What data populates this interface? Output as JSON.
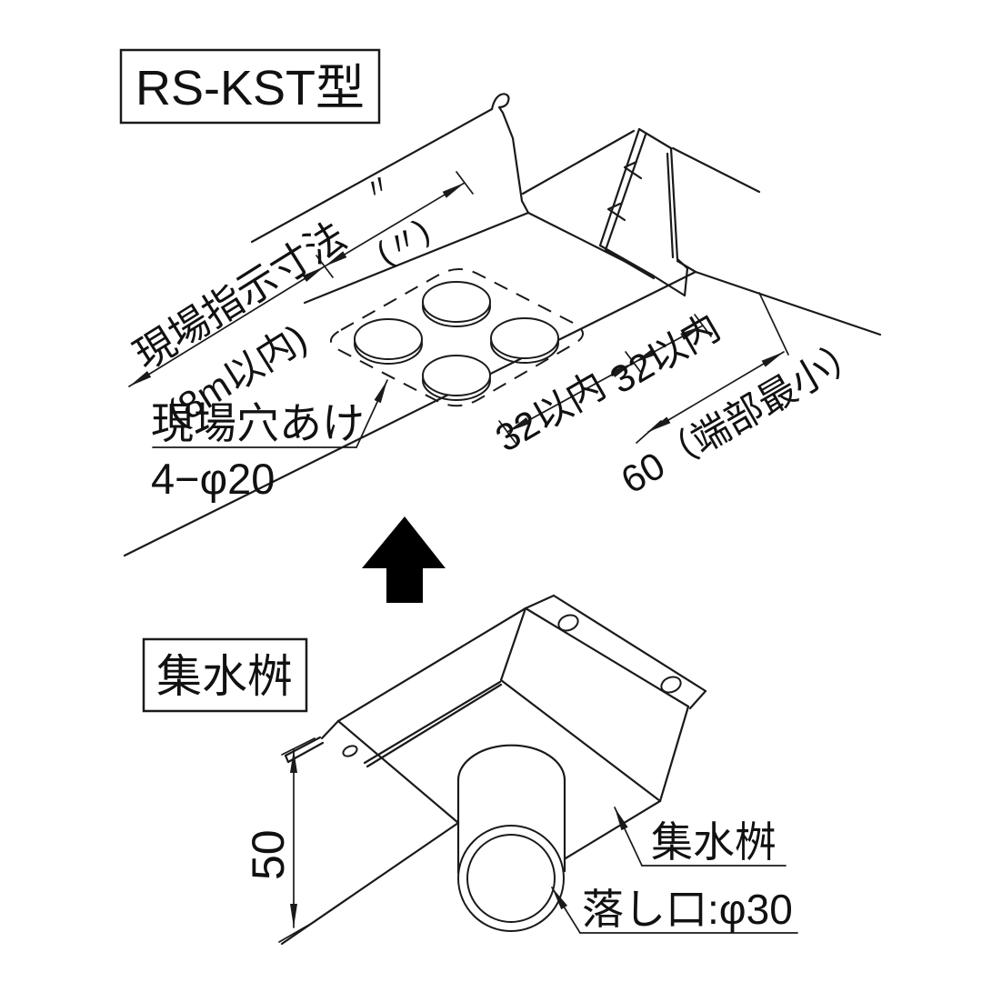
{
  "figure": {
    "top_box_label": "RS-KST型",
    "bottom_box_label": "集水桝",
    "top_diagram": {
      "field_dim_label": "現場指示寸法",
      "field_dim_sub": "(8m以内)",
      "ditto_mark": "〃",
      "ditto_mark_paren": "(〃)",
      "hole_note_line1": "現場穴あけ",
      "hole_note_line2": "4−φ20",
      "dim_32_first": "32以内",
      "dim_32_second": "32以内",
      "dim_60_end": "60（端部最小）"
    },
    "bottom_diagram": {
      "height_dim": "50",
      "part_label": "集水桝",
      "outlet_label": "落し口:φ30"
    },
    "colors": {
      "line": "#1a1a1a",
      "background": "#ffffff"
    }
  }
}
